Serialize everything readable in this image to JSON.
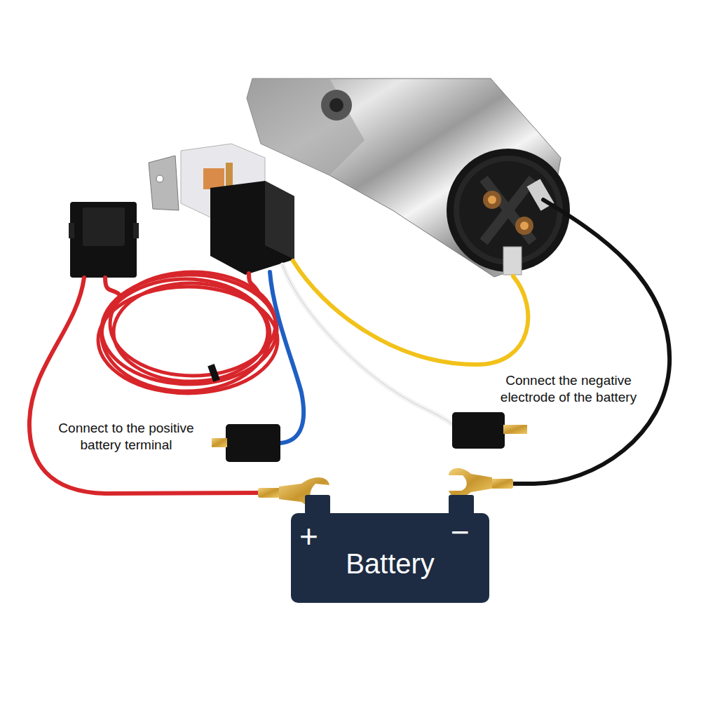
{
  "diagram": {
    "nodes": [
      {
        "text": [
          "+",
          "Battery",
          "−"
        ]
      }
    ],
    "labels": [
      "Connect to the positive battery terminal",
      "Connect the negative electrode of the battery"
    ]
  }
}
